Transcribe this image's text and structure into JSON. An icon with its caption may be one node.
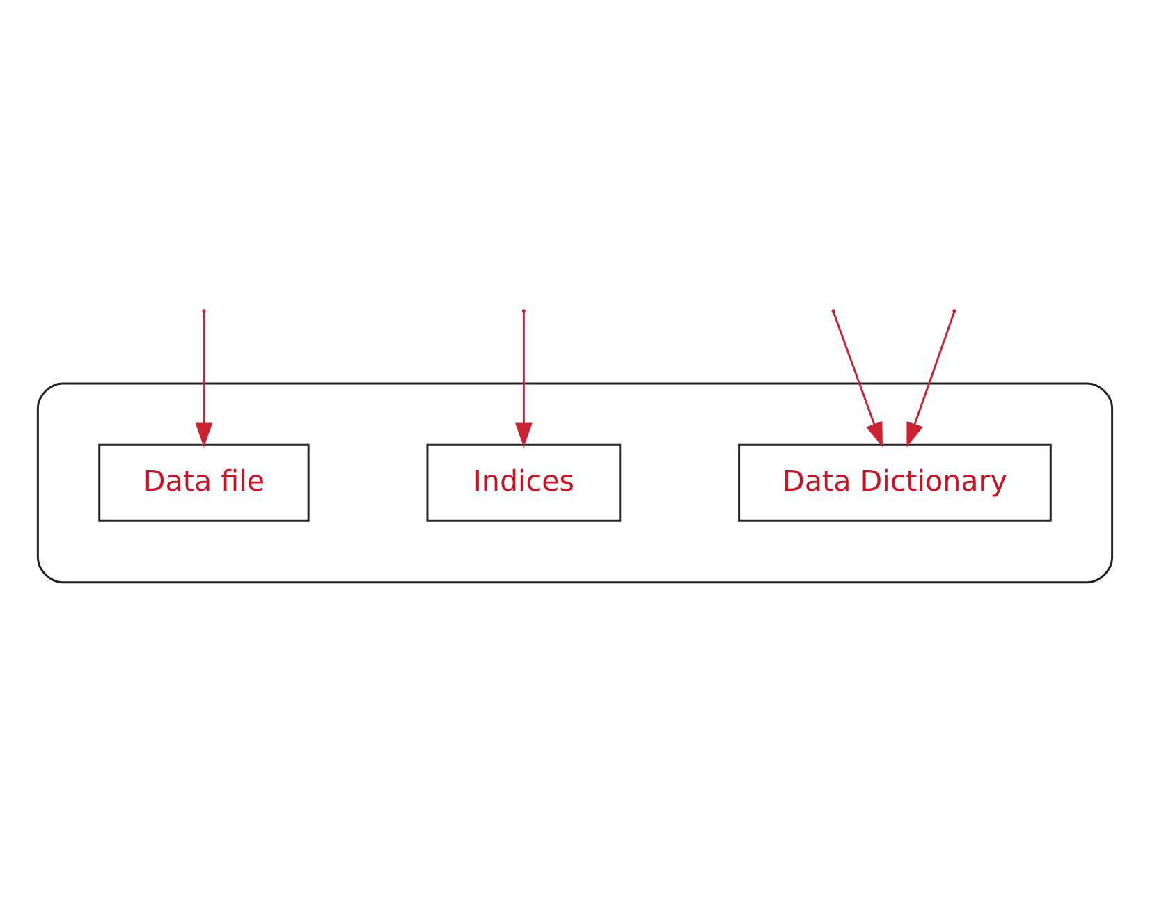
{
  "diagram": {
    "nodes": [
      {
        "text": [],
        "shape": "cylinder"
      },
      {
        "text": [
          "Indices"
        ],
        "in": 0
      },
      {
        "text": [
          "Data Dictionary"
        ],
        "in": 0
      },
      {
        "text": [
          "Data file"
        ],
        "in": 0
      }
    ],
    "edges": [
      {
        "from": null,
        "to": 3,
        "arrow": "to"
      },
      {
        "from": null,
        "to": 1,
        "arrow": "to"
      },
      {
        "from": null,
        "to": 2,
        "arrow": "to"
      },
      {
        "from": null,
        "to": 2,
        "arrow": "to"
      }
    ]
  }
}
